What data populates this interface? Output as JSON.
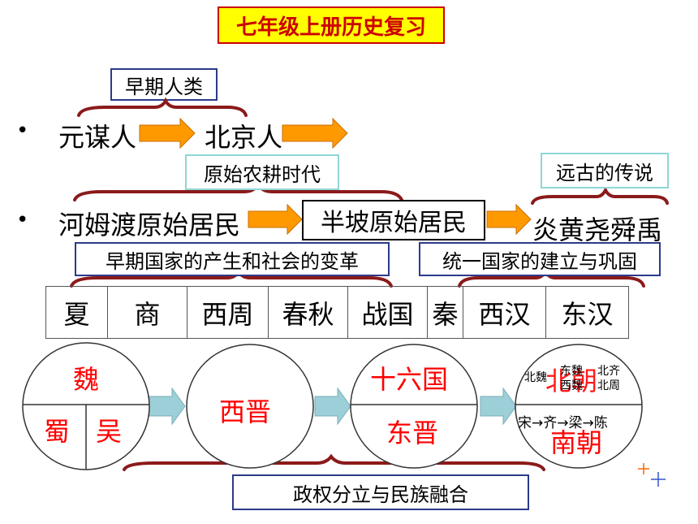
{
  "title": "七年级上册历史复习",
  "labels": {
    "early_humans": "早期人类",
    "primitive_farming": "原始农耕时代",
    "ancient_legends": "远古的传说",
    "early_states": "早期国家的产生和社会的变革",
    "unification": "统一国家的建立与巩固",
    "division": "政权分立与民族融合"
  },
  "row1": {
    "bullet": "•",
    "first": "元谋人",
    "second": "北京人"
  },
  "row2": {
    "bullet": "•",
    "first": "河姆渡原始居民",
    "second": "半坡原始居民",
    "third": "炎黄尧舜禹"
  },
  "dynasties": [
    "夏",
    "商",
    "西周",
    "春秋",
    "战国",
    "秦",
    "西汉",
    "东汉"
  ],
  "circles": {
    "c1": {
      "top": "魏",
      "bottom_left": "蜀",
      "bottom_right": "吴"
    },
    "c2": {
      "center": "西晋"
    },
    "c3": {
      "top": "十六国",
      "bottom": "东晋"
    },
    "c4": {
      "top_big": "北朝",
      "north_wei": "北魏",
      "east_wei": "东魏",
      "west_wei": "西魏",
      "north_qi": "北齐",
      "north_zhou": "北周",
      "south_sequence": "宋→齐→梁→陈",
      "bottom_big": "南朝"
    }
  },
  "colors": {
    "title_bg": "#ffff00",
    "title_text": "#cc0000",
    "arrow_orange": "#ff9900",
    "arrow_teal": "#9ccfd8",
    "brace": "#8b1a1a",
    "red_text": "#ff0000"
  }
}
